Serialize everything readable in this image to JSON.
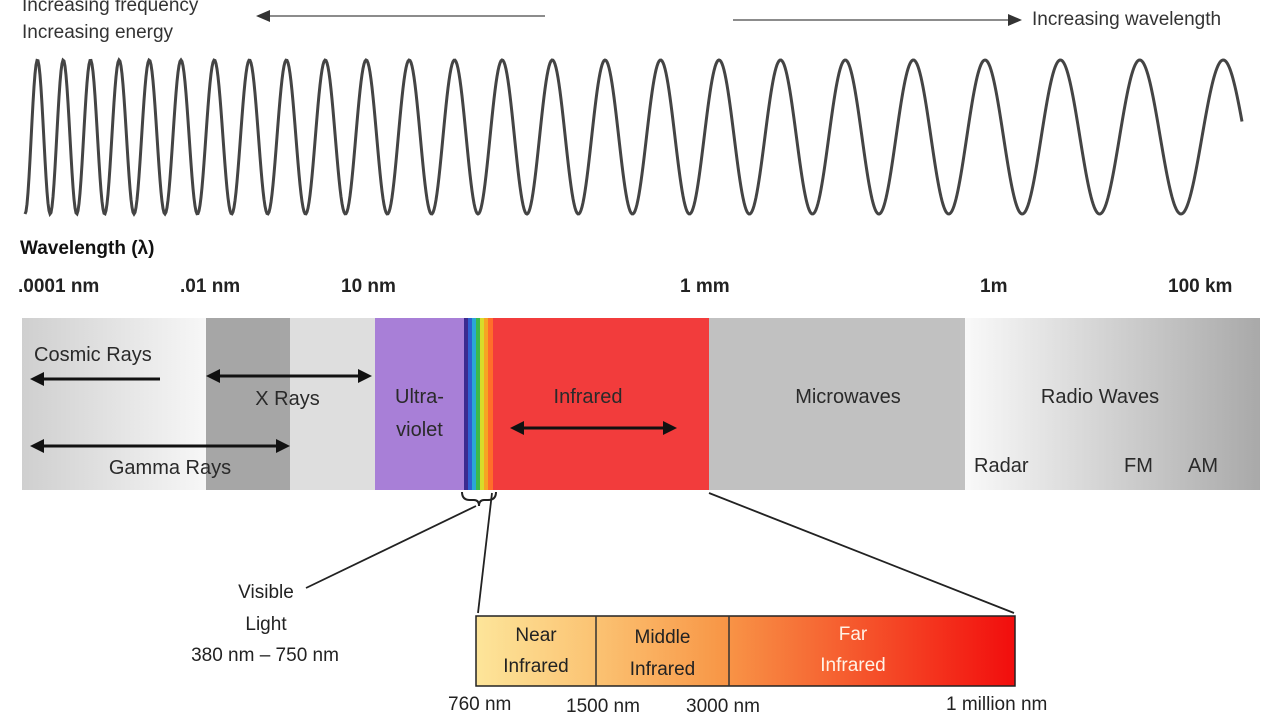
{
  "header": {
    "frequency_label": "Increasing frequency",
    "energy_label": "Increasing energy",
    "wavelength_label": "Increasing wavelength"
  },
  "scale": {
    "title": "Wavelength (λ)",
    "ticks": [
      ".0001 nm",
      ".01 nm",
      "10 nm",
      "1 mm",
      "1m",
      "100 km"
    ]
  },
  "bands": {
    "cosmic": "Cosmic Rays",
    "xrays": "X Rays",
    "gamma": "Gamma Rays",
    "uv_line1": "Ultra-",
    "uv_line2": "violet",
    "infrared": "Infrared",
    "microwaves": "Microwaves",
    "radio": "Radio Waves",
    "radar": "Radar",
    "fm": "FM",
    "am": "AM"
  },
  "visible": {
    "line1": "Visible",
    "line2": "Light",
    "range": "380 nm – 750 nm"
  },
  "infrared_detail": {
    "near_line1": "Near",
    "near_line2": "Infrared",
    "middle_line1": "Middle",
    "middle_line2": "Infrared",
    "far_line1": "Far",
    "far_line2": "Infrared",
    "ticks": [
      "760 nm",
      "1500 nm",
      "3000 nm",
      "1 million nm"
    ]
  },
  "colors": {
    "wave": "#444444",
    "ultraviolet": "#a77fd6",
    "infrared": "#f23b3b",
    "microwaves": "#c0c0c0",
    "xray_dark": "#a3a3a3"
  }
}
